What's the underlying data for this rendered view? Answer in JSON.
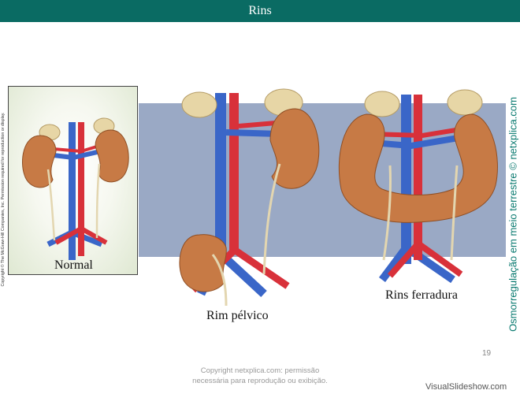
{
  "header": {
    "title": "Rins"
  },
  "panels": {
    "normal_label": "Normal",
    "pelvic_label": "Rim pélvico",
    "horseshoe_label": "Rins ferradura"
  },
  "copyright_side": "Copyright © The McGraw-Hill Companies, Inc. Permission required for reproduction or display.",
  "side_caption": "Osmorregulação em meio terrestre © netxplica.com",
  "footer": {
    "line1": "Copyright netxplica.com: permissão",
    "line2": "necessária para reprodução ou exibição."
  },
  "page_number": "19",
  "watermark": "VisualSlideshow.com",
  "colors": {
    "title_bar": "#0a6b63",
    "band": "#9aa9c5",
    "kidney": "#c77a45",
    "artery": "#d8313a",
    "vein": "#3a66c8",
    "ureter": "#e3d6b0",
    "adrenal": "#e7d6a6"
  }
}
